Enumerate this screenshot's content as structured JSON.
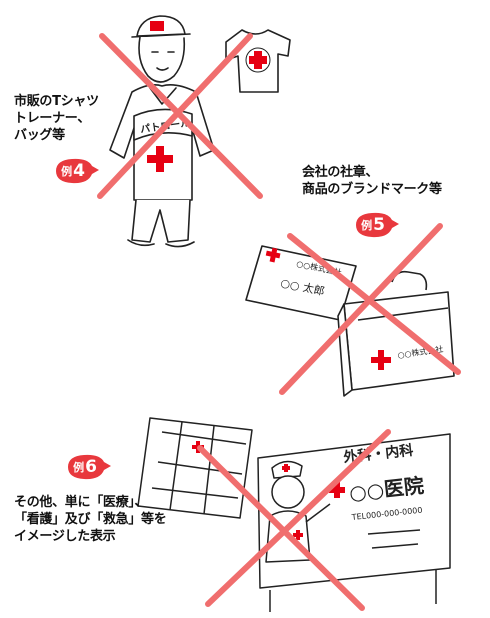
{
  "examples": [
    {
      "label": "例",
      "number": "4",
      "caption_lines": [
        "市販のTシャツ",
        "トレーナー、",
        "バッグ等"
      ],
      "badge_color": "#e8383d"
    },
    {
      "label": "例",
      "number": "5",
      "caption_lines": [
        "会社の社章、",
        "商品のブランドマーク等"
      ],
      "badge_color": "#e8383d"
    },
    {
      "label": "例",
      "number": "6",
      "caption_lines": [
        "その他、単に「医療」、",
        "「看護」及び「救急」等を",
        "イメージした表示"
      ],
      "badge_color": "#e8383d"
    }
  ],
  "illustration_text": {
    "armband": "パトロール",
    "card_company": "○○株式会社",
    "card_name": "○○ 太郎",
    "case_company": "○○株式会社",
    "sign_departments": "外科・内科",
    "sign_clinic": "○○医院",
    "sign_tel": "TEL000-000-0000"
  },
  "colors": {
    "cross_mark": "#f06e6e",
    "red_cross": "#e60012",
    "outline": "#222222"
  }
}
